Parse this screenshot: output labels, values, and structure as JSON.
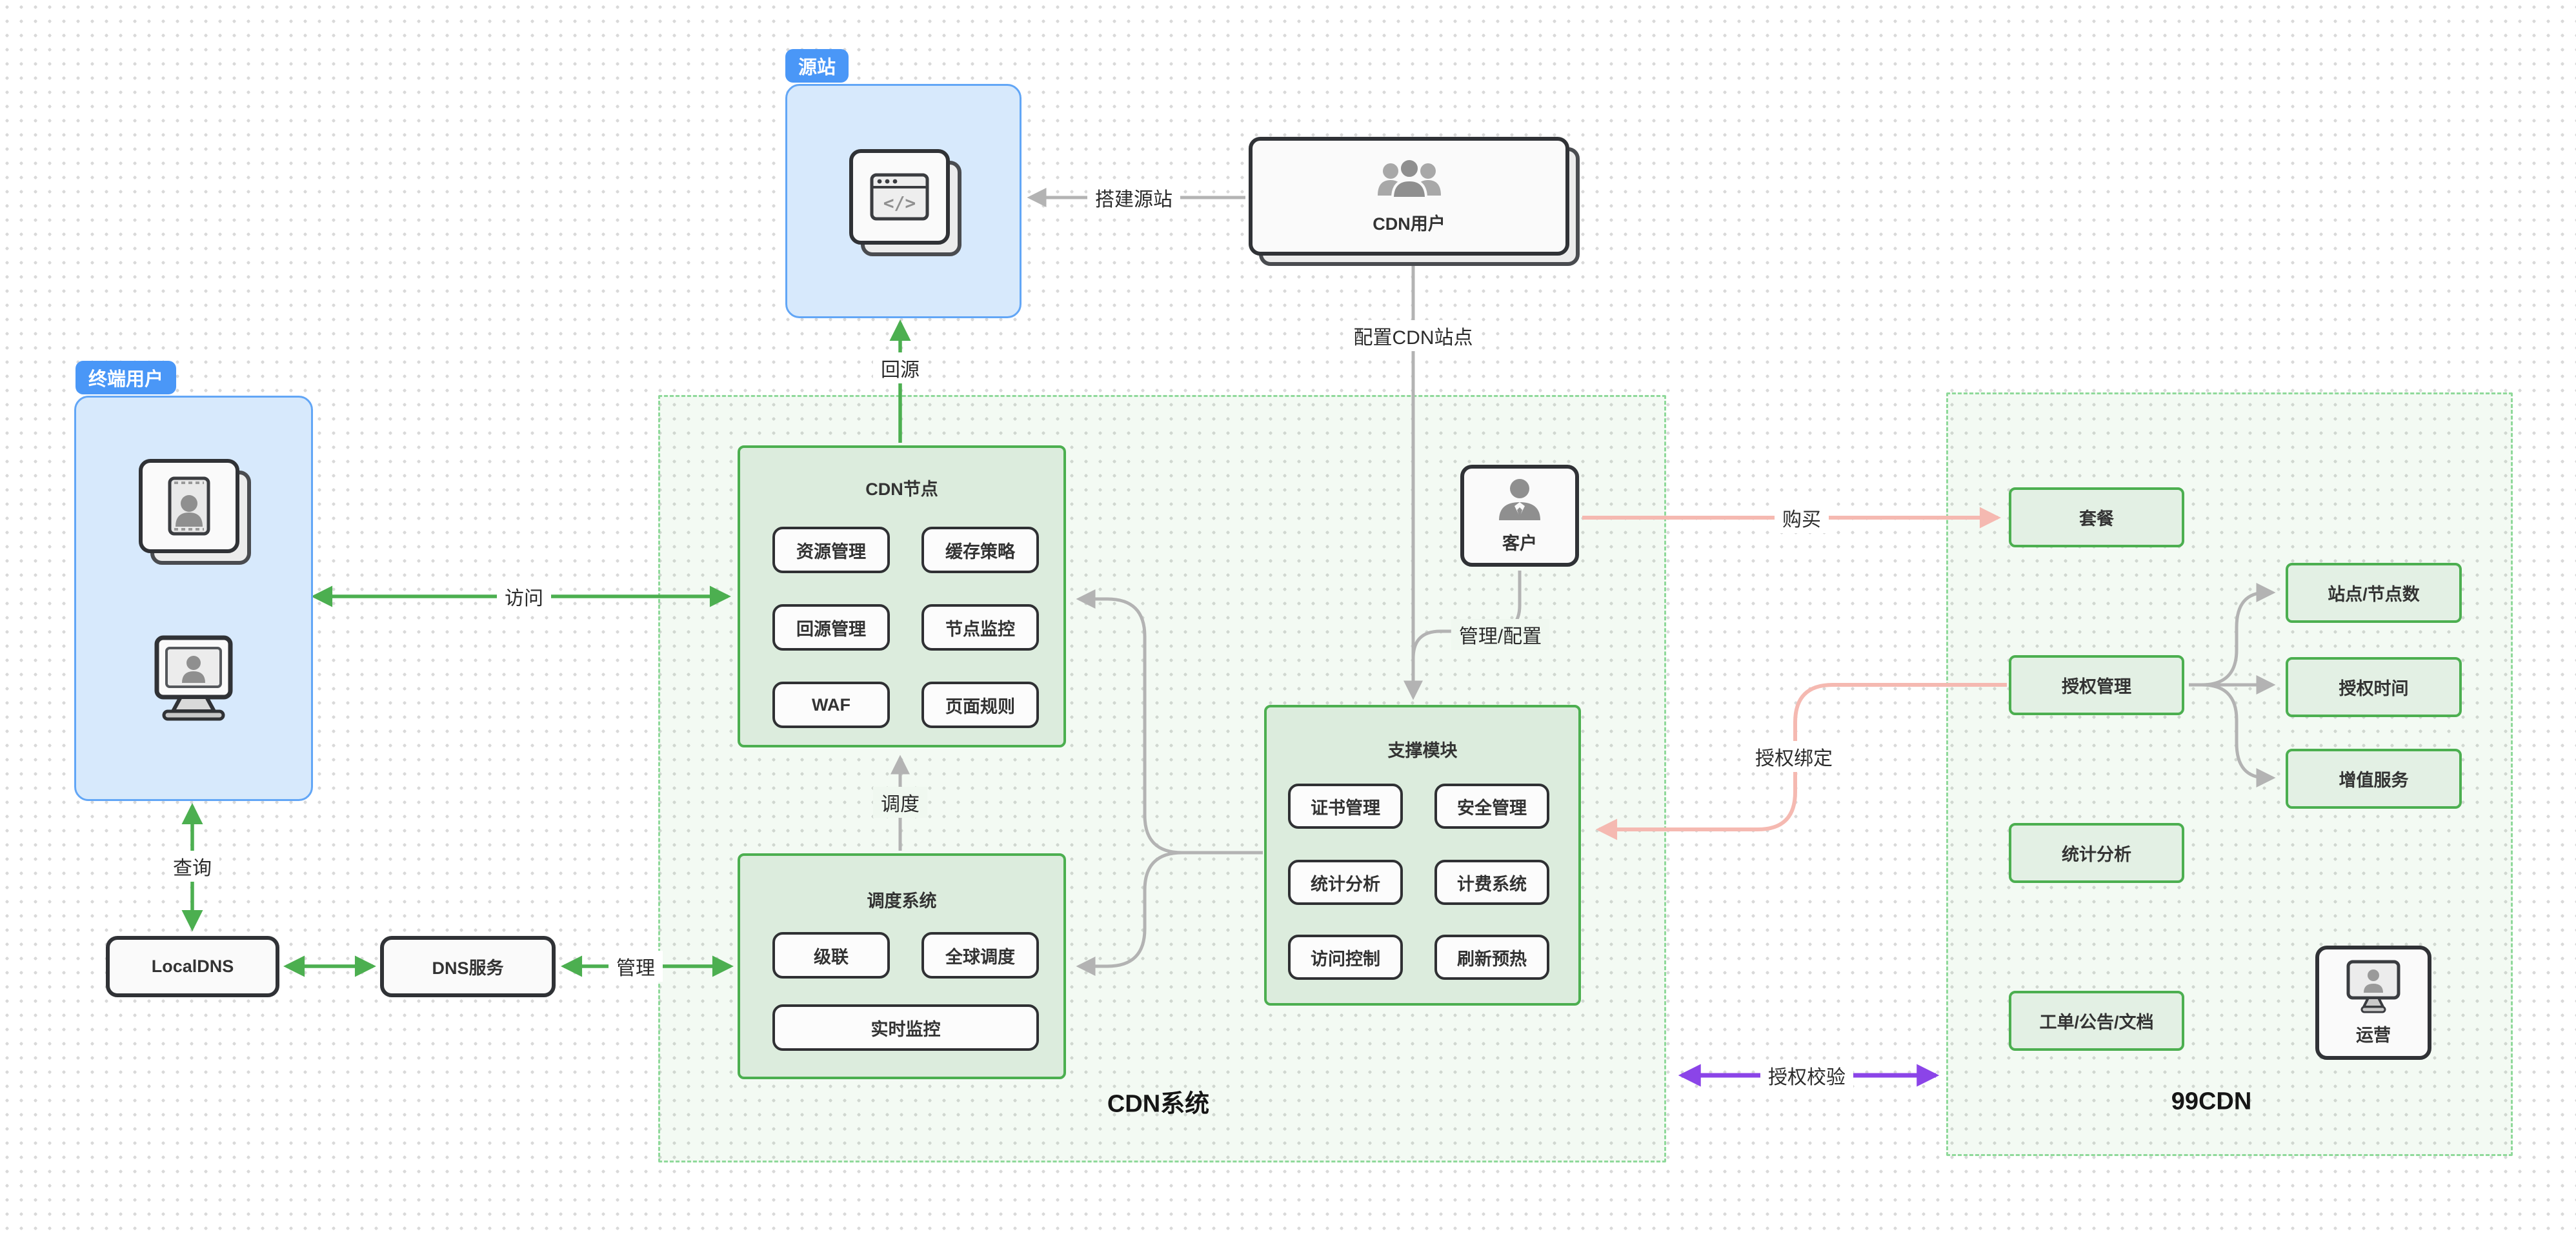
{
  "badges": {
    "terminal_user": "终端用户",
    "origin_site": "源站"
  },
  "sections": {
    "cdn_system": "CDN系统",
    "cloud": "99CDN"
  },
  "nodes": {
    "cdn_user": "CDN用户",
    "customer": "客户",
    "operator": "运营",
    "local_dns": "LocalDNS",
    "dns_service": "DNS服务"
  },
  "modules": {
    "cdn_node": {
      "title": "CDN节点",
      "items": [
        "资源管理",
        "缓存策略",
        "回源管理",
        "节点监控",
        "WAF",
        "页面规则"
      ]
    },
    "scheduler": {
      "title": "调度系统",
      "items": [
        "级联",
        "全球调度",
        "实时监控"
      ]
    },
    "support": {
      "title": "支撑模块",
      "items": [
        "证书管理",
        "安全管理",
        "统计分析",
        "计费系统",
        "访问控制",
        "刷新预热"
      ]
    }
  },
  "cloud_items": {
    "package": "套餐",
    "auth_mgmt": "授权管理",
    "site_nodes": "站点/节点数",
    "auth_time": "授权时间",
    "value_added": "增值服务",
    "stats": "统计分析",
    "docs": "工单/公告/文档"
  },
  "edge_labels": {
    "visit": "访问",
    "query": "查询",
    "manage": "管理",
    "dispatch": "调度",
    "back_to_origin": "回源",
    "build_origin": "搭建源站",
    "configure_site": "配置CDN站点",
    "manage_configure": "管理/配置",
    "purchase": "购买",
    "auth_bind": "授权绑定",
    "auth_verify": "授权校验"
  },
  "colors": {
    "badge_blue": "#4a97f7",
    "blue_fill": "#d7e9fc",
    "blue_border": "#62a6f6",
    "green": "#4caf50",
    "green_fill": "#dcecdd",
    "dashed_green": "#8fd99a",
    "pink": "#f5b9b1",
    "purple": "#8b44e8",
    "gray_line": "#b3b3b3",
    "ink": "#333333"
  }
}
